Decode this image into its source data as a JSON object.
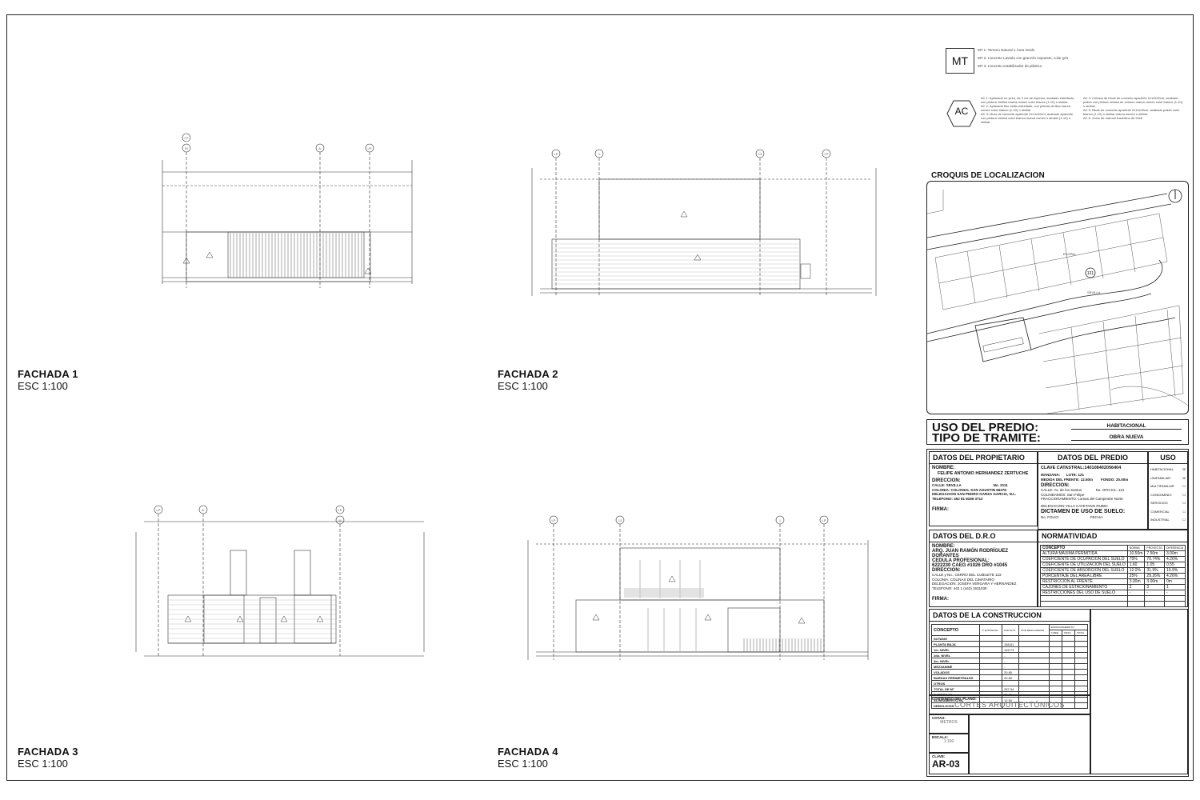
{
  "facades": [
    {
      "title": "FACHADA 1",
      "scale": "ESC 1:100"
    },
    {
      "title": "FACHADA 2",
      "scale": "ESC 1:100"
    },
    {
      "title": "FACHADA 3",
      "scale": "ESC 1:100"
    },
    {
      "title": "FACHADA 4",
      "scale": "ESC 1:100"
    }
  ],
  "grid_labels": {
    "f1": [
      "LP",
      "M",
      "A'",
      "LP"
    ],
    "f2": [
      "LP",
      "1",
      "13",
      "LP"
    ],
    "f3": [
      "LP",
      "A'",
      "LP",
      "M"
    ],
    "f4": [
      "LP",
      "13",
      "1",
      "LP"
    ]
  },
  "legend": {
    "mt_symbol": "MT",
    "mt_items": [
      "MT 1: Terreno Natural o Área Verde",
      "MT 2: Concreto Lavado con granzón expuesto, color gris",
      "MT 3: Concreto estabilizador de plástico"
    ],
    "ac_symbol": "AC",
    "ac_items_left": [
      "AC 1: Aplanado en yeso, de 2 cm de espesor, acabado estrellado, con pintura vinílica marca comex color blanco (1-10) o similar.",
      "AC 2: Aplanado fino estilo estrellado, con pintura vinílica marca comex color blanco (1-10) o similar.",
      "AC 3: Muro de concreto aparente 2x14x10cm, acabado aparente con pintura vinílica color blanco marca comex o similar (1-10) o similar."
    ],
    "ac_items_right": [
      "AC 4: Celosía de block de concreto aparente 2x14x20cm, acabado pulido con pintura vinílica de colores marca comex color blanco (1-10) o similar.",
      "AC 5: Block de concreto aparente 2x14x20cm, acabado pulido color blanco (1-10) o similar marca comex o similar.",
      "AC 6: Zoclo de mármol travertino de 20x8"
    ]
  },
  "croquis": {
    "title": "CROQUIS DE LOCALIZACION",
    "lot": "121",
    "street_1": "ECOPAL",
    "street_2": "SEVILLA"
  },
  "uso": {
    "uso_label": "USO DEL PREDIO:",
    "uso_value": "HABITACIONAL",
    "tramite_label": "TIPO DE TRAMITE:",
    "tramite_value": "OBRA NUEVA"
  },
  "propietario": {
    "header": "DATOS DEL PROPIETARIO",
    "nombre_label": "NOMBRE:",
    "nombre": "FELIPE ANTONIO HERNANDEZ ZERTUCHE",
    "direccion_label": "DIRECCION:",
    "lines": [
      "CALLE: SEVILLA                                No. 2111",
      "COLONIA: COLONIAL SAN AGUSTIN 66278",
      "DELEGACION SAN PEDRO GARZA GARCIA, N.L.",
      "TELEFONO: 452 81 8336 3712"
    ],
    "firma": "FIRMA:"
  },
  "predio": {
    "header": "DATOS DEL PREDIO",
    "clave": "CLAVE CATASTRAL:14010840205640​4",
    "lines": [
      "MANZANA:      LOTE: 121",
      "MEDIDA DEL FRENTE: 12.50m        FONDO: 20.00m"
    ],
    "direccion_label": "DIRECCION:",
    "dir_lines": [
      "CALLE: Av. de los Santos              No. OFICIAL: 121",
      "COLINDAMOS: San Felipe",
      "FRACCIONAMIENTO: Lomas del Campestre Norte"
    ],
    "delegacion": "DELEGACION VILLA CAYETANO RUBIO",
    "dictamen": "DICTAMEN DE USO DE SUELO:",
    "folio": "No. FOLIO:                               FECHA:"
  },
  "uso_box": {
    "header": "USO",
    "items": [
      {
        "label": "HABITACIONAL",
        "checked": "☒"
      },
      {
        "label": "UNIFAMILIAR",
        "checked": "☒"
      },
      {
        "label": "MULTIFAMILIAR",
        "checked": "☐"
      },
      {
        "label": "CONDOMINIO",
        "checked": "☐"
      },
      {
        "label": "SERVICIOS",
        "checked": "☐"
      },
      {
        "label": "COMERCIAL",
        "checked": "☐"
      },
      {
        "label": "INDUSTRIAL",
        "checked": "☐"
      }
    ]
  },
  "dro": {
    "header": "DATOS DEL D.R.O",
    "nombre_label": "NOMBRE:",
    "nombre": "ARQ. JUAN RAMÓN RODRÍGUEZ DORANTES",
    "cedula": "CEDULA PROFESIONAL:",
    "cedula_val": "6222230 CAEG #1026 DRO #1045",
    "direccion_label": "DIRECCION:",
    "lines": [
      "CALLE y No.: CERRO DEL CUBILETE 122",
      "COLONIA: COLINAS DEL CIMATARIO",
      "DELEGACION: JOSEFA VERGARA Y HERNANDEZ",
      "TELEFONO: 442 1 (442) 1531030"
    ],
    "firma": "FIRMA:"
  },
  "normatividad": {
    "header": "NORMATIVIDAD",
    "columns": [
      "CONCEPTO",
      "NORMA",
      "PROYECTO",
      "DIFERENCIA"
    ],
    "rows": [
      [
        "ALTURA MAXIMA PERMITIDA",
        "10.50m",
        "7.50m",
        "3.00m"
      ],
      [
        "COEFICIENTE DE OCUPACION DEL SUELO",
        "75%",
        "70.74%",
        "4.26%"
      ],
      [
        "COEFICIENTE DE UTILIZACION DEL SUELO",
        "1.60",
        "1.05",
        "0.55"
      ],
      [
        "COEFICIENTE DE ABSORCION DEL SUELO",
        "12.0%",
        "31.9%",
        "19.9%"
      ],
      [
        "PORCENTAJE DEL AREA LIBRE",
        "25%",
        "29.26%",
        "4.26%"
      ],
      [
        "RESTRICCION AL FRENTE",
        "3.00m",
        "3.00m",
        "0m"
      ],
      [
        "CAJONES DE ESTACIONAMIENTO",
        "2",
        "3",
        "1"
      ],
      [
        "RESTRICCIONES DEL USO DE SUELO",
        "-",
        "-",
        "-"
      ],
      [
        "",
        "",
        "",
        ""
      ],
      [
        "",
        "",
        "",
        ""
      ]
    ]
  },
  "construccion": {
    "header": "DATOS DE LA CONSTRUCCION",
    "columns": [
      "CONCEPTO",
      "P. EXISTENTE",
      "POR ALTA",
      "POR REGULARIZAR",
      "ESTACIONAMIENTO"
    ],
    "sub_columns": [
      "CUBIE.",
      "DESC.",
      "TOTAL"
    ],
    "rows": [
      [
        "SOTANO",
        "",
        ""
      ],
      [
        "PLANTA BAJA",
        "",
        "158.81"
      ],
      [
        "1er. NIVEL",
        "",
        "128.73"
      ],
      [
        "2do. NIVEL",
        "",
        "-"
      ],
      [
        "3er. NIVEL",
        "",
        "-"
      ],
      [
        "MEZZANINE",
        "",
        "-"
      ],
      [
        "VOLADOS",
        "",
        "20.80"
      ],
      [
        "BARDAS PERIMETRALES",
        "",
        "20.80"
      ],
      [
        "OTROS",
        "",
        ""
      ],
      [
        "TOTAL DE M²",
        "",
        "287.54"
      ],
      [
        "BARDEO ML",
        "",
        "20.80"
      ],
      [
        "ALINEAMIENTO ML",
        "",
        "12.50"
      ],
      [
        "DEMOLICION",
        "",
        ""
      ]
    ]
  },
  "plano": {
    "contenido_label": "CONTENIDO DEL PLANO:",
    "contenido": "CORTES ARQUITECTÓNICOS",
    "cotas_label": "COTAS:",
    "cotas": "METROS",
    "escala_label": "ESCALA:",
    "escala": "1:100",
    "clave_label": "CLAVE:",
    "clave": "AR-03"
  }
}
